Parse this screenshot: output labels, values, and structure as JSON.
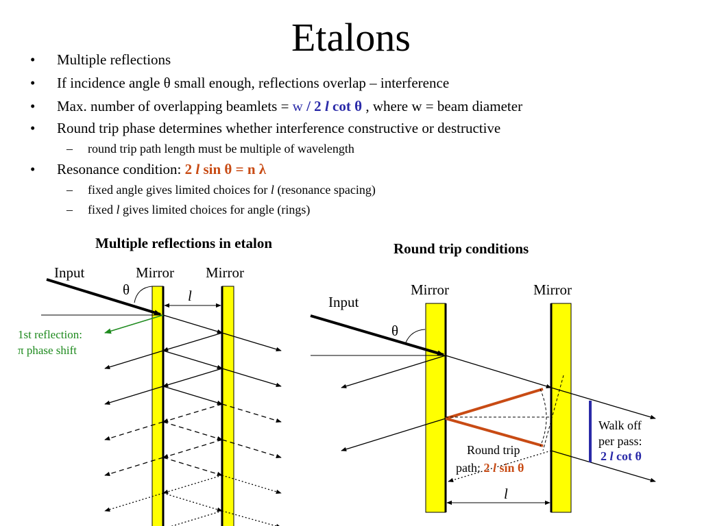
{
  "title": "Etalons",
  "bullets": {
    "marker": "•",
    "dash": "–",
    "b1": "Multiple reflections",
    "b2": "If incidence angle θ small enough, reflections overlap – interference",
    "b3_pre": "Max. number of overlapping beamlets = ",
    "b3_w": "w",
    "b3_f1": " / 2 ",
    "b3_l": "l",
    "b3_f2": " cot θ",
    "b3_post": " , where w = beam diameter",
    "b4": "Round trip phase determines whether interference constructive or destructive",
    "s1": "round trip path length must be multiple of wavelength",
    "b5_pre": "Resonance condition: ",
    "b5_f1": "2 ",
    "b5_l": "l",
    "b5_f2": " sin θ = n λ",
    "s2_pre": "fixed angle gives limited choices for ",
    "s2_l": "l",
    "s2_post": " (resonance spacing)",
    "s3_pre": "fixed ",
    "s3_l": "l",
    "s3_post": " gives limited choices for angle (rings)"
  },
  "left_diagram": {
    "heading": "Multiple reflections in etalon",
    "input_label": "Input",
    "mirror1_label": "Mirror",
    "mirror2_label": "Mirror",
    "theta_label": "θ",
    "spacing_label": "l",
    "reflection_note_1": "1st reflection:",
    "reflection_note_2": "π phase shift"
  },
  "right_diagram": {
    "heading": "Round trip conditions",
    "mirror1_label": "Mirror",
    "mirror2_label": "Mirror",
    "input_label": "Input",
    "theta_label": "θ",
    "walkoff_1": "Walk off",
    "walkoff_2": "per pass:",
    "walkoff_f1": "2 ",
    "walkoff_l": "l",
    "walkoff_f2": " cot θ",
    "roundtrip_1": "Round trip",
    "roundtrip_2": "path: ",
    "roundtrip_f1": "2 ",
    "roundtrip_l": "l",
    "roundtrip_f2": " sin θ",
    "spacing_label": "l"
  },
  "colors": {
    "mirror_fill": "#ffff00",
    "formula_blue": "#2a2aa8",
    "formula_red": "#c84b14",
    "note_green": "#1e8a1e"
  }
}
